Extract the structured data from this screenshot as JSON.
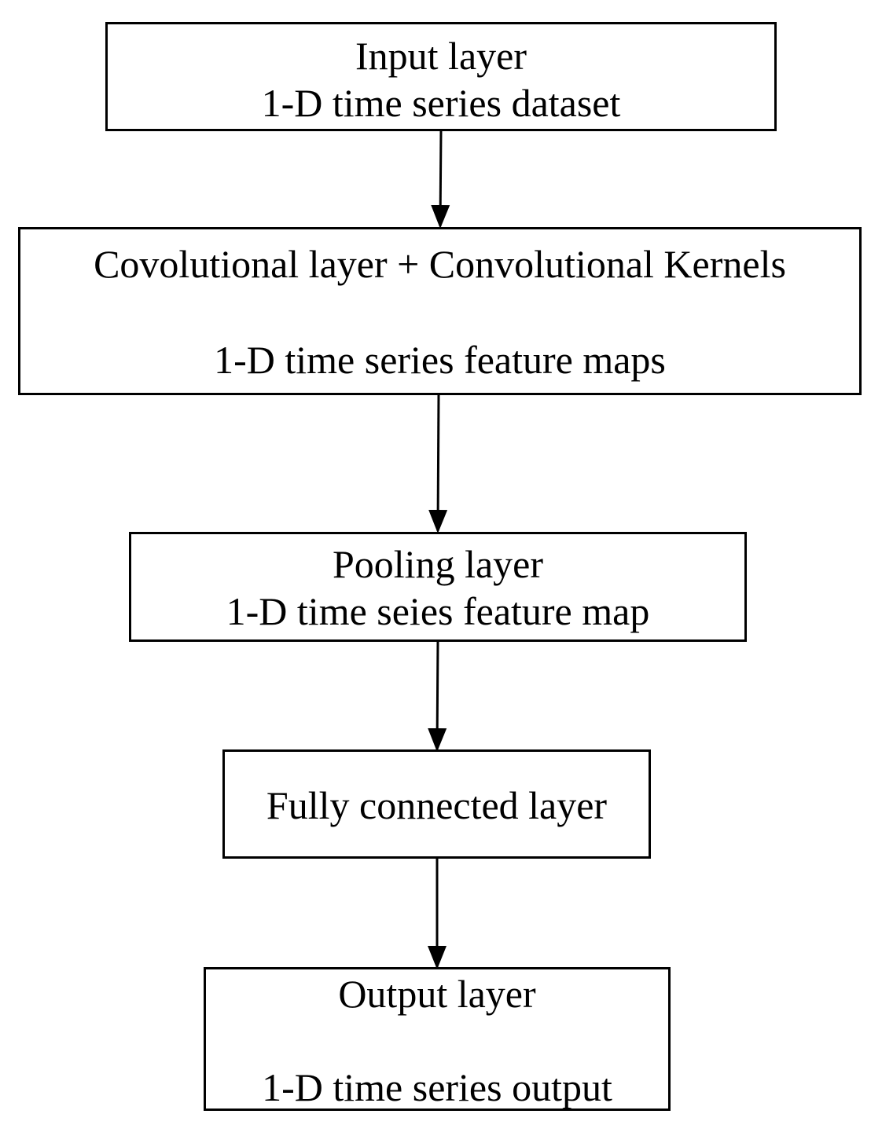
{
  "colors": {
    "stroke": "#000000",
    "background": "#ffffff"
  },
  "boxes": [
    {
      "line1": "Input layer",
      "line2": "1-D time series dataset"
    },
    {
      "line1": "Covolutional layer + Convolutional Kernels",
      "line2": "1-D time series feature maps"
    },
    {
      "line1": "Pooling layer",
      "line2": "1-D time seies feature map"
    },
    {
      "line1": "Fully connected layer"
    },
    {
      "line1": "Output layer",
      "line2": "1-D time series output"
    }
  ]
}
